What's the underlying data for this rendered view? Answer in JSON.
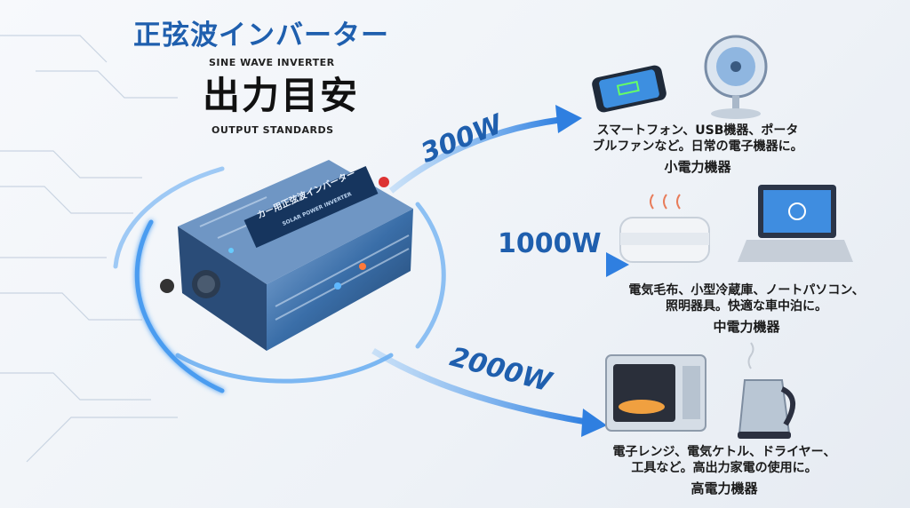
{
  "header": {
    "title_jp": "正弦波インバーター",
    "title_en": "SINE WAVE INVERTER",
    "subtitle_jp": "出力目安",
    "subtitle_en": "OUTPUT STANDARDS"
  },
  "device": {
    "label_jp": "カー用正弦波インバーター",
    "label_en": "SOLAR POWER INVERTER"
  },
  "tiers": [
    {
      "watt": "300W",
      "description_line1": "スマートフォン、USB機器、ポータ",
      "description_line2": "ブルファンなど。日常の電子機器に。",
      "category": "小電力機器",
      "icons": [
        "smartphone-icon",
        "desk-fan-icon"
      ]
    },
    {
      "watt": "1000W",
      "description_line1": "電気毛布、小型冷蔵庫、ノートパソコン、",
      "description_line2": "照明器具。快適な車中泊に。",
      "category": "中電力機器",
      "icons": [
        "electric-blanket-icon",
        "laptop-icon"
      ]
    },
    {
      "watt": "2000W",
      "description_line1": "電子レンジ、電気ケトル、ドライヤー、",
      "description_line2": "工具など。高出力家電の使用に。",
      "category": "高電力機器",
      "icons": [
        "microwave-icon",
        "electric-kettle-icon"
      ]
    }
  ],
  "colors": {
    "accent": "#1f5fae",
    "glow": "#4a9cf0",
    "text": "#1a1a1a"
  }
}
